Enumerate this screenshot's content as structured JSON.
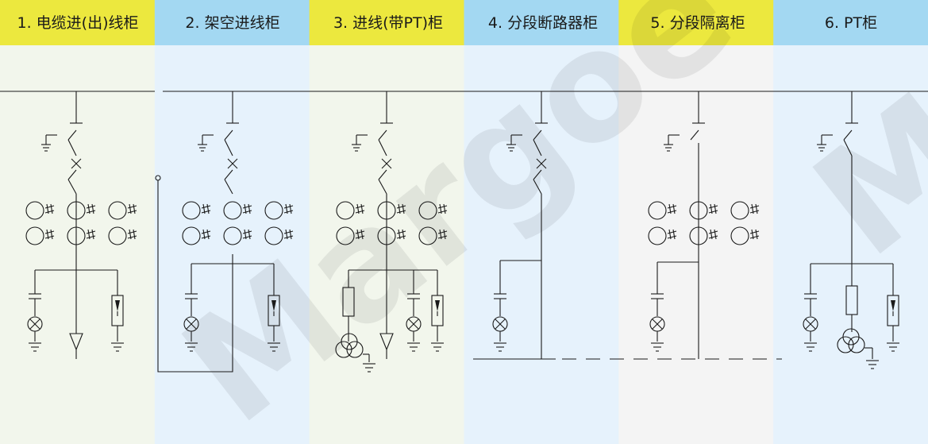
{
  "columns": [
    {
      "title": "1. 电缆进(出)线柜",
      "header_color": "#ece83e",
      "body_color": "#f2f6ec"
    },
    {
      "title": "2. 架空进线柜",
      "header_color": "#a3d8f2",
      "body_color": "#e6f2fc"
    },
    {
      "title": "3. 进线(带PT)柜",
      "header_color": "#ece83e",
      "body_color": "#f2f6ec"
    },
    {
      "title": "4. 分段断路器柜",
      "header_color": "#a3d8f2",
      "body_color": "#e6f2fc"
    },
    {
      "title": "5. 分段隔离柜",
      "header_color": "#ece83e",
      "body_color": "#f4f4f4"
    },
    {
      "title": "6. PT柜",
      "header_color": "#a3d8f2",
      "body_color": "#e6f2fc"
    }
  ],
  "watermark": {
    "text": "Margoe",
    "text_right": "M"
  },
  "colors": {
    "line": "#1a1a1a"
  }
}
